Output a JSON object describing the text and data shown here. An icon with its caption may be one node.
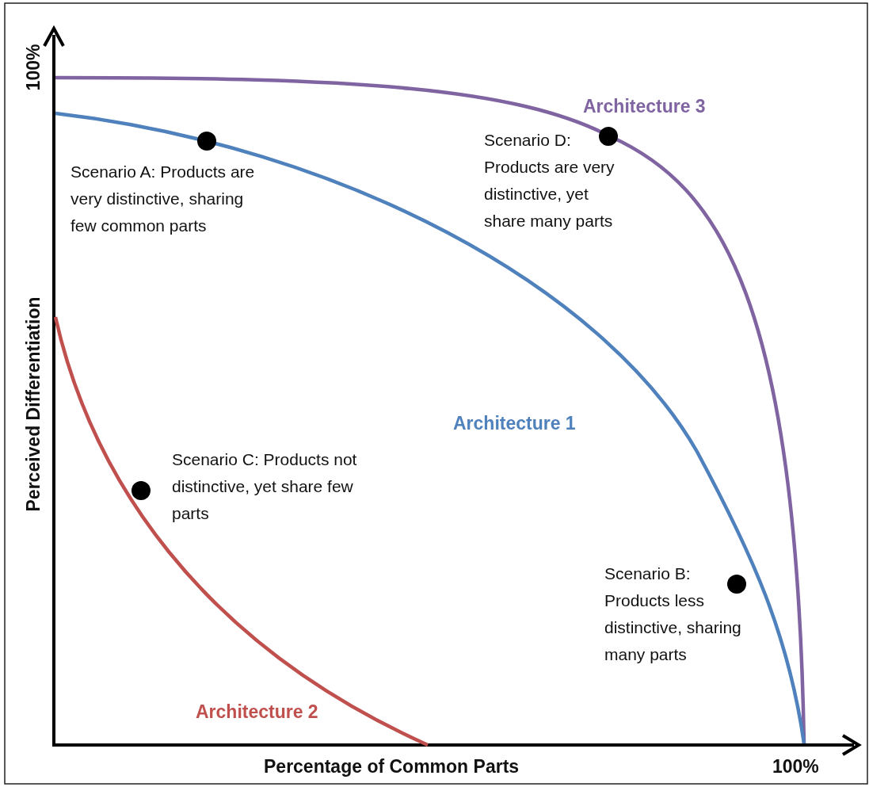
{
  "diagram": {
    "labels": [
      "100%",
      "Architecture 3",
      "Scenario D: Products are very distinctive, yet share many parts",
      "Scenario A: Products are very distinctive, sharing few common parts",
      "Perceived Differentiation",
      "Architecture 1",
      "Scenario C: Products not distinctive, yet share few parts",
      "Scenario B: Products less distinctive, sharing many parts",
      "Architecture 2",
      "Percentage of Common Parts",
      "100%"
    ]
  }
}
